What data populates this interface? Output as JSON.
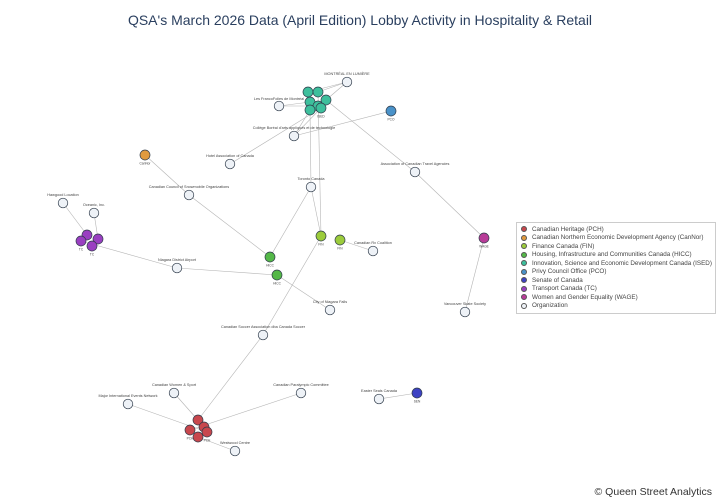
{
  "title": "QSA's March 2026 Data (April Edition) Lobby Activity in Hospitality & Retail",
  "credit": "© Queen Street Analytics",
  "colors": {
    "PCH": "#c8474d",
    "CanNor": "#e09a3e",
    "FIN": "#9ccc3c",
    "HICC": "#54b848",
    "ISED": "#3dbf9c",
    "PCO": "#4a92c9",
    "SEN": "#3d42c4",
    "TC": "#9a3fc1",
    "WAGE": "#b83c98",
    "Organization": "#eef2f7"
  },
  "legend": [
    {
      "key": "PCH",
      "label": "Canadian Heritage (PCH)"
    },
    {
      "key": "CanNor",
      "label": "Canadian Northern Economic Development Agency (CanNor)"
    },
    {
      "key": "FIN",
      "label": "Finance Canada (FIN)"
    },
    {
      "key": "HICC",
      "label": "Housing, Infrastructure and Communities Canada (HICC)"
    },
    {
      "key": "ISED",
      "label": "Innovation, Science and Economic Development Canada (ISED)"
    },
    {
      "key": "PCO",
      "label": "Privy Council Office (PCO)"
    },
    {
      "key": "SEN",
      "label": "Senate of Canada"
    },
    {
      "key": "TC",
      "label": "Transport Canada (TC)"
    },
    {
      "key": "WAGE",
      "label": "Women and Gender Equality (WAGE)"
    },
    {
      "key": "Organization",
      "label": "Organization"
    }
  ],
  "nodes": [
    {
      "id": "montreal",
      "type": "Organization",
      "label": "MONTRÉAL EN LUMIÈRE"
    },
    {
      "id": "lesfrancofolies",
      "type": "Organization",
      "label": "Les FrancoFolies de Montréal"
    },
    {
      "id": "college",
      "type": "Organization",
      "label": "Collège Boréal d'arts appliqués et de technologie"
    },
    {
      "id": "hotelassoc",
      "type": "Organization",
      "label": "Hotel Association of Canada"
    },
    {
      "id": "cccso",
      "type": "Organization",
      "label": "Canadian Council of Snowmobile Organizations"
    },
    {
      "id": "actravel",
      "type": "Organization",
      "label": "Association of Canadian Travel Agencies"
    },
    {
      "id": "torontocanada",
      "type": "Organization",
      "label": "Toronto Canada"
    },
    {
      "id": "hawgood",
      "type": "Organization",
      "label": "Hawgood Location"
    },
    {
      "id": "oceanic",
      "type": "Organization",
      "label": "Oceanic, Inc."
    },
    {
      "id": "niagara",
      "type": "Organization",
      "label": "Niagara District Airport"
    },
    {
      "id": "cancoalition",
      "type": "Organization",
      "label": "Canadian Rx Coalition"
    },
    {
      "id": "niagarafalls",
      "type": "Organization",
      "label": "City of Niagara Falls"
    },
    {
      "id": "vancouver",
      "type": "Organization",
      "label": "Vancouver Skate Society"
    },
    {
      "id": "soccer",
      "type": "Organization",
      "label": "Canadian Soccer Association dba Canada Soccer"
    },
    {
      "id": "women",
      "type": "Organization",
      "label": "Canadian Women & Sport"
    },
    {
      "id": "paralympic",
      "type": "Organization",
      "label": "Canadian Paralympic Committee"
    },
    {
      "id": "majorevents",
      "type": "Organization",
      "label": "Major International Events Network"
    },
    {
      "id": "easterseals",
      "type": "Organization",
      "label": "Easter Seals Canada"
    },
    {
      "id": "westwood",
      "type": "Organization",
      "label": "Westwood Centre"
    },
    {
      "id": "ised1",
      "type": "ISED",
      "label": ""
    },
    {
      "id": "ised2",
      "type": "ISED",
      "label": ""
    },
    {
      "id": "ised3",
      "type": "ISED",
      "label": ""
    },
    {
      "id": "ised4",
      "type": "ISED",
      "label": ""
    },
    {
      "id": "ised5",
      "type": "ISED",
      "label": ""
    },
    {
      "id": "ised6",
      "type": "ISED",
      "label": ""
    },
    {
      "id": "ised7",
      "type": "ISED",
      "label": "ISED"
    },
    {
      "id": "pco1",
      "type": "PCO",
      "label": "PCO"
    },
    {
      "id": "cannor1",
      "type": "CanNor",
      "label": "CanNor"
    },
    {
      "id": "tc1",
      "type": "TC",
      "label": ""
    },
    {
      "id": "tc2",
      "type": "TC",
      "label": ""
    },
    {
      "id": "tc3",
      "type": "TC",
      "label": "TC"
    },
    {
      "id": "tc4",
      "type": "TC",
      "label": "TC"
    },
    {
      "id": "fin1",
      "type": "FIN",
      "label": "FIN"
    },
    {
      "id": "fin2",
      "type": "FIN",
      "label": "FIN"
    },
    {
      "id": "hicc1",
      "type": "HICC",
      "label": "HICC"
    },
    {
      "id": "hicc2",
      "type": "HICC",
      "label": "HICC"
    },
    {
      "id": "wage1",
      "type": "WAGE",
      "label": "WAGE"
    },
    {
      "id": "pch1",
      "type": "PCH",
      "label": ""
    },
    {
      "id": "pch2",
      "type": "PCH",
      "label": ""
    },
    {
      "id": "pch3",
      "type": "PCH",
      "label": "PCH"
    },
    {
      "id": "pch4",
      "type": "PCH",
      "label": "PCH"
    },
    {
      "id": "pch5",
      "type": "PCH",
      "label": ""
    },
    {
      "id": "sen1",
      "type": "SEN",
      "label": "SEN"
    }
  ],
  "edges": [
    [
      "montreal",
      "ised1"
    ],
    [
      "montreal",
      "ised2"
    ],
    [
      "montreal",
      "ised3"
    ],
    [
      "lesfrancofolies",
      "ised4"
    ],
    [
      "lesfrancofolies",
      "ised5"
    ],
    [
      "college",
      "ised6"
    ],
    [
      "college",
      "pco1"
    ],
    [
      "college",
      "ised7"
    ],
    [
      "hotelassoc",
      "ised7"
    ],
    [
      "actravel",
      "ised3"
    ],
    [
      "actravel",
      "wage1"
    ],
    [
      "torontocanada",
      "ised6"
    ],
    [
      "torontocanada",
      "fin1"
    ],
    [
      "torontocanada",
      "hicc1"
    ],
    [
      "cccso",
      "cannor1"
    ],
    [
      "cccso",
      "hicc1"
    ],
    [
      "hawgood",
      "tc1"
    ],
    [
      "oceanic",
      "tc2"
    ],
    [
      "niagara",
      "tc3"
    ],
    [
      "niagara",
      "hicc2"
    ],
    [
      "cancoalition",
      "fin2"
    ],
    [
      "fin1",
      "ised2"
    ],
    [
      "niagarafalls",
      "hicc2"
    ],
    [
      "vancouver",
      "wage1"
    ],
    [
      "soccer",
      "fin1"
    ],
    [
      "soccer",
      "pch1"
    ],
    [
      "women",
      "pch2"
    ],
    [
      "paralympic",
      "pch3"
    ],
    [
      "majorevents",
      "pch4"
    ],
    [
      "westwood",
      "pch5"
    ],
    [
      "easterseals",
      "sen1"
    ]
  ]
}
